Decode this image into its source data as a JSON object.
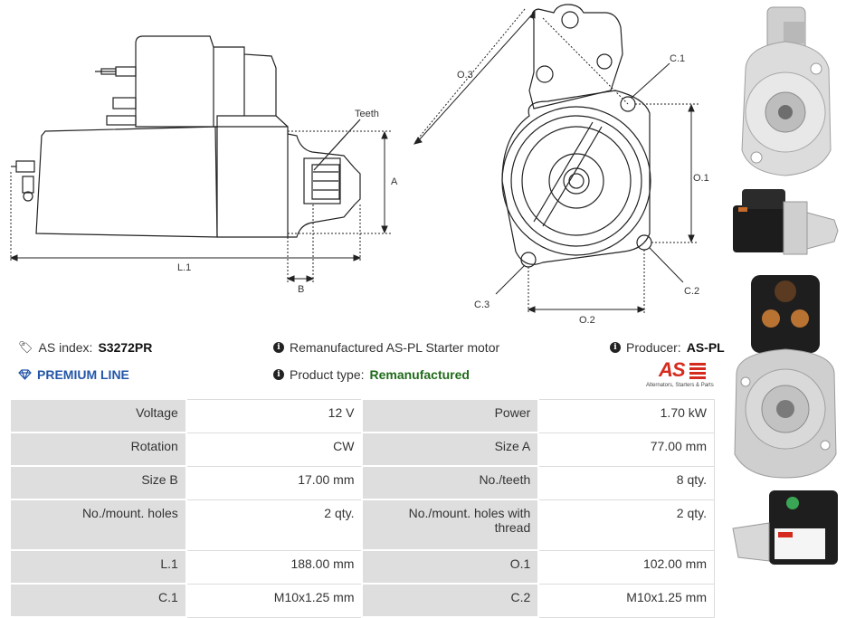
{
  "drawing": {
    "side_view_labels": {
      "teeth": "Teeth",
      "a": "A",
      "l1": "L.1",
      "b": "B"
    },
    "front_view_labels": {
      "o3": "O.3",
      "c1": "C.1",
      "o1": "O.1",
      "c2": "C.2",
      "c3": "C.3",
      "o2": "O.2"
    }
  },
  "info": {
    "as_index_label": "AS index:",
    "as_index_value": "S3272PR",
    "premium_line": "PREMIUM LINE",
    "description": "Remanufactured AS-PL Starter motor",
    "product_type_label": "Product type:",
    "product_type_value": "Remanufactured",
    "producer_label": "Producer:",
    "producer_value": "AS-PL",
    "logo_text": "AS",
    "logo_tagline": "Alternators, Starters & Parts"
  },
  "specs": [
    {
      "l1": "Voltage",
      "v1": "12 V",
      "l2": "Power",
      "v2": "1.70 kW"
    },
    {
      "l1": "Rotation",
      "v1": "CW",
      "l2": "Size A",
      "v2": "77.00 mm"
    },
    {
      "l1": "Size B",
      "v1": "17.00 mm",
      "l2": "No./teeth",
      "v2": "8 qty."
    },
    {
      "l1": "No./mount. holes",
      "v1": "2 qty.",
      "l2": "No./mount. holes with thread",
      "v2": "2 qty."
    },
    {
      "l1": "L.1",
      "v1": "188.00 mm",
      "l2": "O.1",
      "v2": "102.00 mm"
    },
    {
      "l1": "C.1",
      "v1": "M10x1.25 mm",
      "l2": "C.2",
      "v2": "M10x1.25 mm"
    }
  ]
}
